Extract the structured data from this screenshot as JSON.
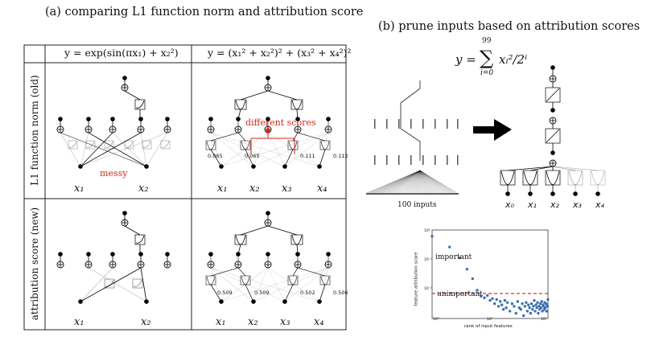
{
  "panel_a": {
    "title": "(a) comparing L1 function norm and attribution score",
    "col1_equation": "y = exp(sin(πx₁) + x₂²)",
    "col2_equation": "y = (x₁² + x₂²)² + (x₃² + x₄²)²",
    "row1_label": "L1 function norm (old)",
    "row2_label": "attribution score (new)",
    "annot_messy": "messy",
    "annot_different_scores": "different scores",
    "row1_col2_scores": [
      "0.065",
      "0.065",
      "0.111",
      "0.112"
    ],
    "row2_col2_scores": [
      "0.509",
      "0.509",
      "0.502",
      "0.506"
    ],
    "input_labels_2": [
      "x₁",
      "x₂"
    ],
    "input_labels_4": [
      "x₁",
      "x₂",
      "x₃",
      "x₄"
    ]
  },
  "panel_b": {
    "title": "(b) prune inputs based on attribution scores",
    "equation_lhs": "y =",
    "equation_sum_top": "99",
    "equation_sum_bottom": "i=0",
    "equation_term": "xᵢ²/2ⁱ",
    "inputs_label": "100 inputs",
    "pruned_input_labels": [
      "x₀",
      "x₁",
      "x₂",
      "x₃",
      "x₄"
    ],
    "scatter_ylabel": "feature attribution score",
    "scatter_xlabel": "rank of input features",
    "label_important": "important",
    "label_unimportant": "unimportant",
    "y_ticks": [
      "10⁰",
      "10⁻¹",
      "10⁻²"
    ],
    "x_ticks": [
      "10⁰",
      "10¹",
      "10²"
    ]
  },
  "colors": {
    "annotation": "#d42a1a",
    "scatter_points": "#3f6fb0",
    "threshold": "#cc2222"
  },
  "chart_data": {
    "type": "scatter",
    "xlabel": "rank of input features",
    "ylabel": "feature attribution score",
    "x_scale": "log",
    "y_scale": "log",
    "xlim": [
      1,
      100
    ],
    "ylim": [
      0.005,
      1.5
    ],
    "threshold": 0.025,
    "x": [
      1,
      2,
      3,
      4,
      5,
      6,
      7,
      8,
      9,
      10,
      11,
      12,
      13,
      14,
      15,
      16,
      17,
      18,
      19,
      20,
      22,
      24,
      26,
      28,
      30,
      32,
      34,
      36,
      38,
      40,
      42,
      44,
      46,
      48,
      50,
      52,
      54,
      56,
      58,
      60,
      62,
      64,
      66,
      68,
      70,
      72,
      74,
      76,
      78,
      80,
      82,
      84,
      86,
      88,
      90,
      92,
      94,
      96,
      98,
      100
    ],
    "y": [
      1.0,
      0.5,
      0.25,
      0.12,
      0.065,
      0.031,
      0.021,
      0.019,
      0.022,
      0.016,
      0.018,
      0.013,
      0.017,
      0.011,
      0.015,
      0.012,
      0.009,
      0.016,
      0.01,
      0.014,
      0.008,
      0.013,
      0.011,
      0.007,
      0.015,
      0.01,
      0.009,
      0.013,
      0.006,
      0.011,
      0.014,
      0.008,
      0.012,
      0.01,
      0.007,
      0.013,
      0.009,
      0.011,
      0.016,
      0.008,
      0.012,
      0.01,
      0.014,
      0.007,
      0.011,
      0.009,
      0.013,
      0.01,
      0.015,
      0.008,
      0.012,
      0.011,
      0.009,
      0.014,
      0.01,
      0.013,
      0.008,
      0.012,
      0.011,
      0.017
    ]
  }
}
